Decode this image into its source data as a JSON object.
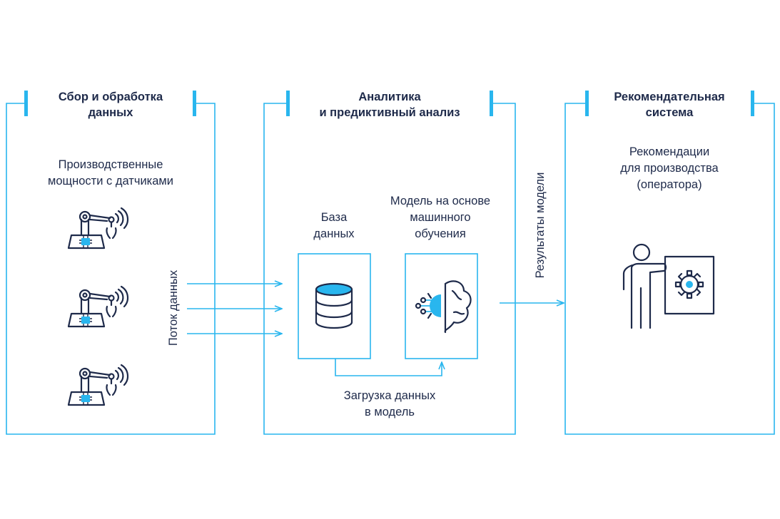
{
  "panels": [
    {
      "title_line1": "Сбор и обработка",
      "title_line2": "данных"
    },
    {
      "title_line1": "Аналитика",
      "title_line2": "и предиктивный анализ"
    },
    {
      "title_line1": "Рекомендательная",
      "title_line2": "система"
    }
  ],
  "source": {
    "line1": "Производственные",
    "line2": "мощности с датчиками"
  },
  "flow_label": "Поток данных",
  "database": {
    "line1": "База",
    "line2": "данных"
  },
  "ml_model": {
    "line1": "Модель на основе",
    "line2": "машинного",
    "line3": "обучения"
  },
  "load": {
    "line1": "Загрузка данных",
    "line2": "в модель"
  },
  "results_label": "Результаты модели",
  "recommendations": {
    "line1": "Рекомендации",
    "line2": "для производства",
    "line3": "(оператора)"
  },
  "icons": [
    "robot-arm-icon",
    "database-icon",
    "brain-icon",
    "presenter-gear-icon"
  ],
  "colors": {
    "accent": "#29b6ee",
    "text": "#1e2a4a",
    "background": "#ffffff"
  }
}
